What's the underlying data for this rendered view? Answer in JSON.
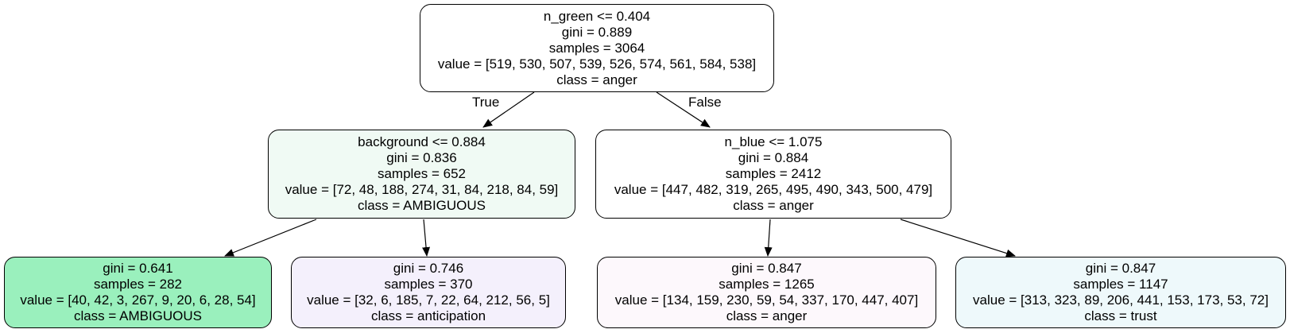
{
  "nodes": [
    {
      "split": "n_green <= 0.404",
      "gini": "gini = 0.889",
      "samples": "samples = 3064",
      "value": "value = [519, 530, 507, 539, 526, 574, 561, 584, 538]",
      "class": "class = anger",
      "fill": "#ffffff"
    },
    {
      "split": "background <= 0.884",
      "gini": "gini = 0.836",
      "samples": "samples = 652",
      "value": "value = [72, 48, 188, 274, 31, 84, 218, 84, 59]",
      "class": "class = AMBIGUOUS",
      "fill": "#f0faf4"
    },
    {
      "split": "n_blue <= 1.075",
      "gini": "gini = 0.884",
      "samples": "samples = 2412",
      "value": "value = [447, 482, 319, 265, 495, 490, 343, 500, 479]",
      "class": "class = anger",
      "fill": "#ffffff"
    },
    {
      "gini": "gini = 0.641",
      "samples": "samples = 282",
      "value": "value = [40, 42, 3, 267, 9, 20, 6, 28, 54]",
      "class": "class = AMBIGUOUS",
      "fill": "#9af0bd"
    },
    {
      "gini": "gini = 0.746",
      "samples": "samples = 370",
      "value": "value = [32, 6, 185, 7, 22, 64, 212, 56, 5]",
      "class": "class = anticipation",
      "fill": "#f4f0fc"
    },
    {
      "gini": "gini = 0.847",
      "samples": "samples = 1265",
      "value": "value = [134, 159, 230, 59, 54, 337, 170, 447, 407]",
      "class": "class = anger",
      "fill": "#fdf8fc"
    },
    {
      "gini": "gini = 0.847",
      "samples": "samples = 1147",
      "value": "value = [313, 323, 89, 206, 441, 153, 173, 53, 72]",
      "class": "class = trust",
      "fill": "#eef9fb"
    }
  ],
  "edge_labels": {
    "true": "True",
    "false": "False"
  },
  "colors": {
    "stroke": "#000000",
    "background": "#ffffff"
  }
}
